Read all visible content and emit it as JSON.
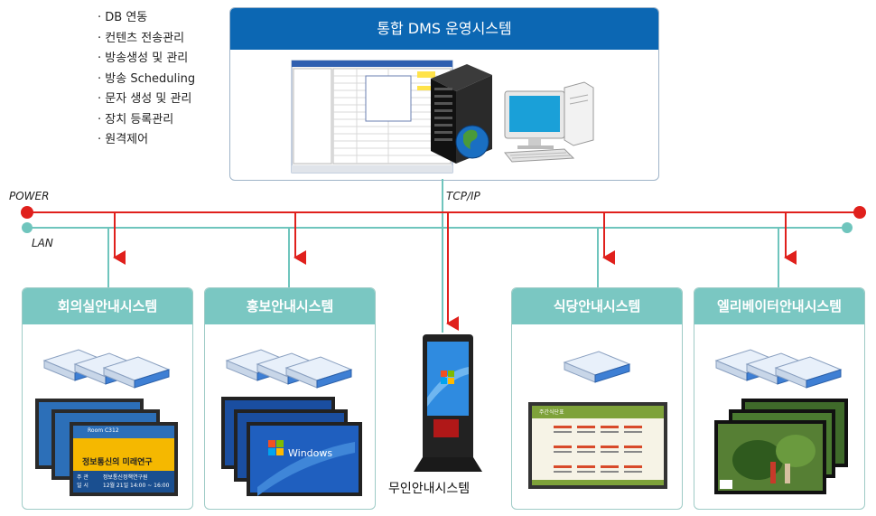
{
  "features": [
    "DB 연동",
    "컨텐츠 전송관리",
    "방송생성 및 관리",
    "방송 Scheduling",
    "문자 생성 및 관리",
    "장치 등록관리",
    "원격제어"
  ],
  "dms": {
    "title": "통합 DMS 운영시스템"
  },
  "bus": {
    "power": "POWER",
    "lan": "LAN",
    "tcpip": "TCP/IP"
  },
  "systems": {
    "meeting": {
      "title": "회의실안내시스템",
      "screen": {
        "room": "Room C312",
        "headline": "정보통신의 미래연구",
        "row1_label": "주 관",
        "row1_value": "정보통신정책연구원",
        "row2_label": "일 시",
        "row2_value": "12월 21일 14:00 ~ 16:00"
      }
    },
    "promo": {
      "title": "홍보안내시스템",
      "screen": {
        "logo": "Windows"
      }
    },
    "kiosk": {
      "title": "무인안내시스템"
    },
    "cafeteria": {
      "title": "식당안내시스템",
      "screen": {
        "header": "주간식단표"
      }
    },
    "elevator": {
      "title": "엘리베이터안내시스템"
    }
  },
  "colors": {
    "power": "#e0201c",
    "lan": "#6fc5bd",
    "dms_header": "#0c67b3",
    "box_header": "#7ac7c2"
  }
}
